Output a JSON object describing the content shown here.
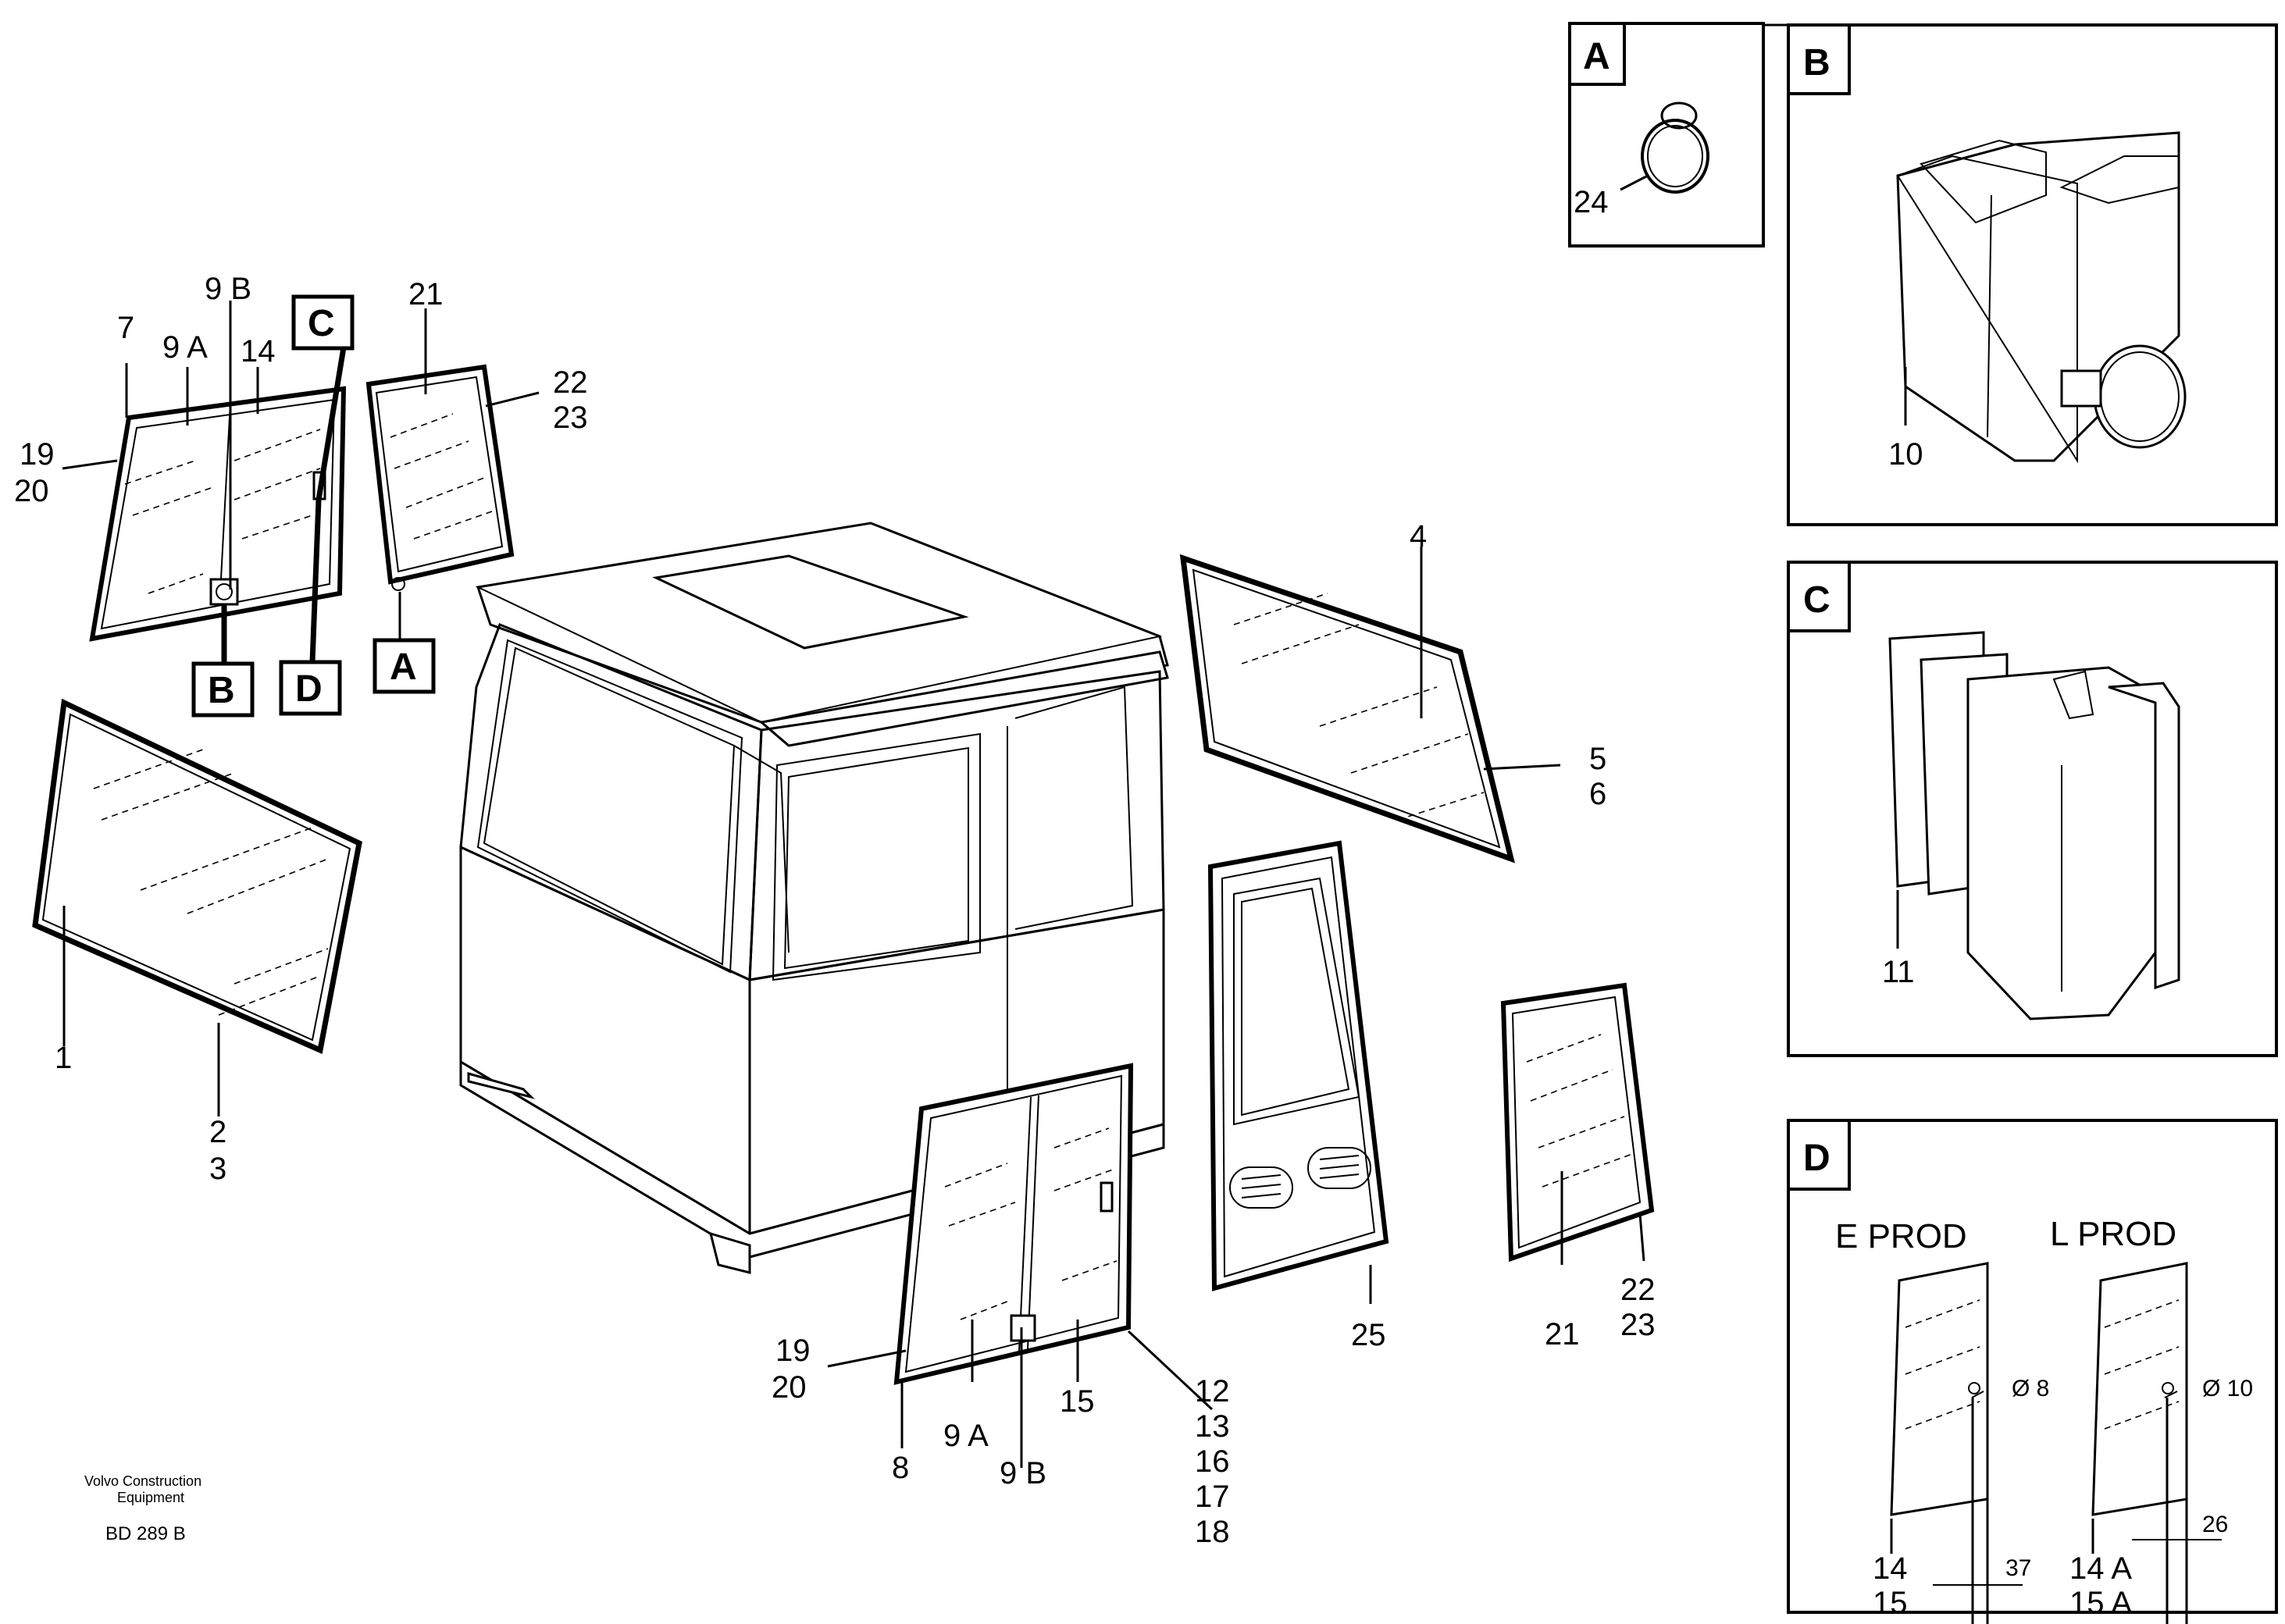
{
  "callouts": {
    "c1": "1",
    "c2": "2",
    "c3": "3",
    "c4": "4",
    "c5": "5",
    "c6": "6",
    "c7": "7",
    "c8": "8",
    "c9a_top": "9 A",
    "c9b_top": "9 B",
    "c9a_bottom": "9 A",
    "c9b_bottom": "9 B",
    "c10": "10",
    "c11": "11",
    "c12": "12",
    "c13": "13",
    "c14_top": "14",
    "c15": "15",
    "c16": "16",
    "c17": "17",
    "c18": "18",
    "c19_top": "19",
    "c20_top": "20",
    "c19_bottom": "19",
    "c20_bottom": "20",
    "c21_top": "21",
    "c21_bottom": "21",
    "c22_top": "22",
    "c23_top": "23",
    "c22_bottom": "22",
    "c23_bottom": "23",
    "c24": "24",
    "c25": "25"
  },
  "markers": {
    "a": "A",
    "b": "B",
    "c": "C",
    "d": "D"
  },
  "detail_boxes": {
    "a": "A",
    "b": "B",
    "c": "C",
    "d": "D"
  },
  "detail_d": {
    "e_prod": "E PROD",
    "l_prod": "L PROD",
    "e_hole": "Ø 8",
    "l_hole": "Ø 10",
    "e_dim": "37",
    "l_dim": "26",
    "e_part1": "14",
    "e_part2": "15",
    "l_part1": "14 A",
    "l_part2": "15 A"
  },
  "footer": {
    "company_line1": "Volvo Construction",
    "company_line2": "Equipment",
    "doc_code": "BD 289 B"
  }
}
